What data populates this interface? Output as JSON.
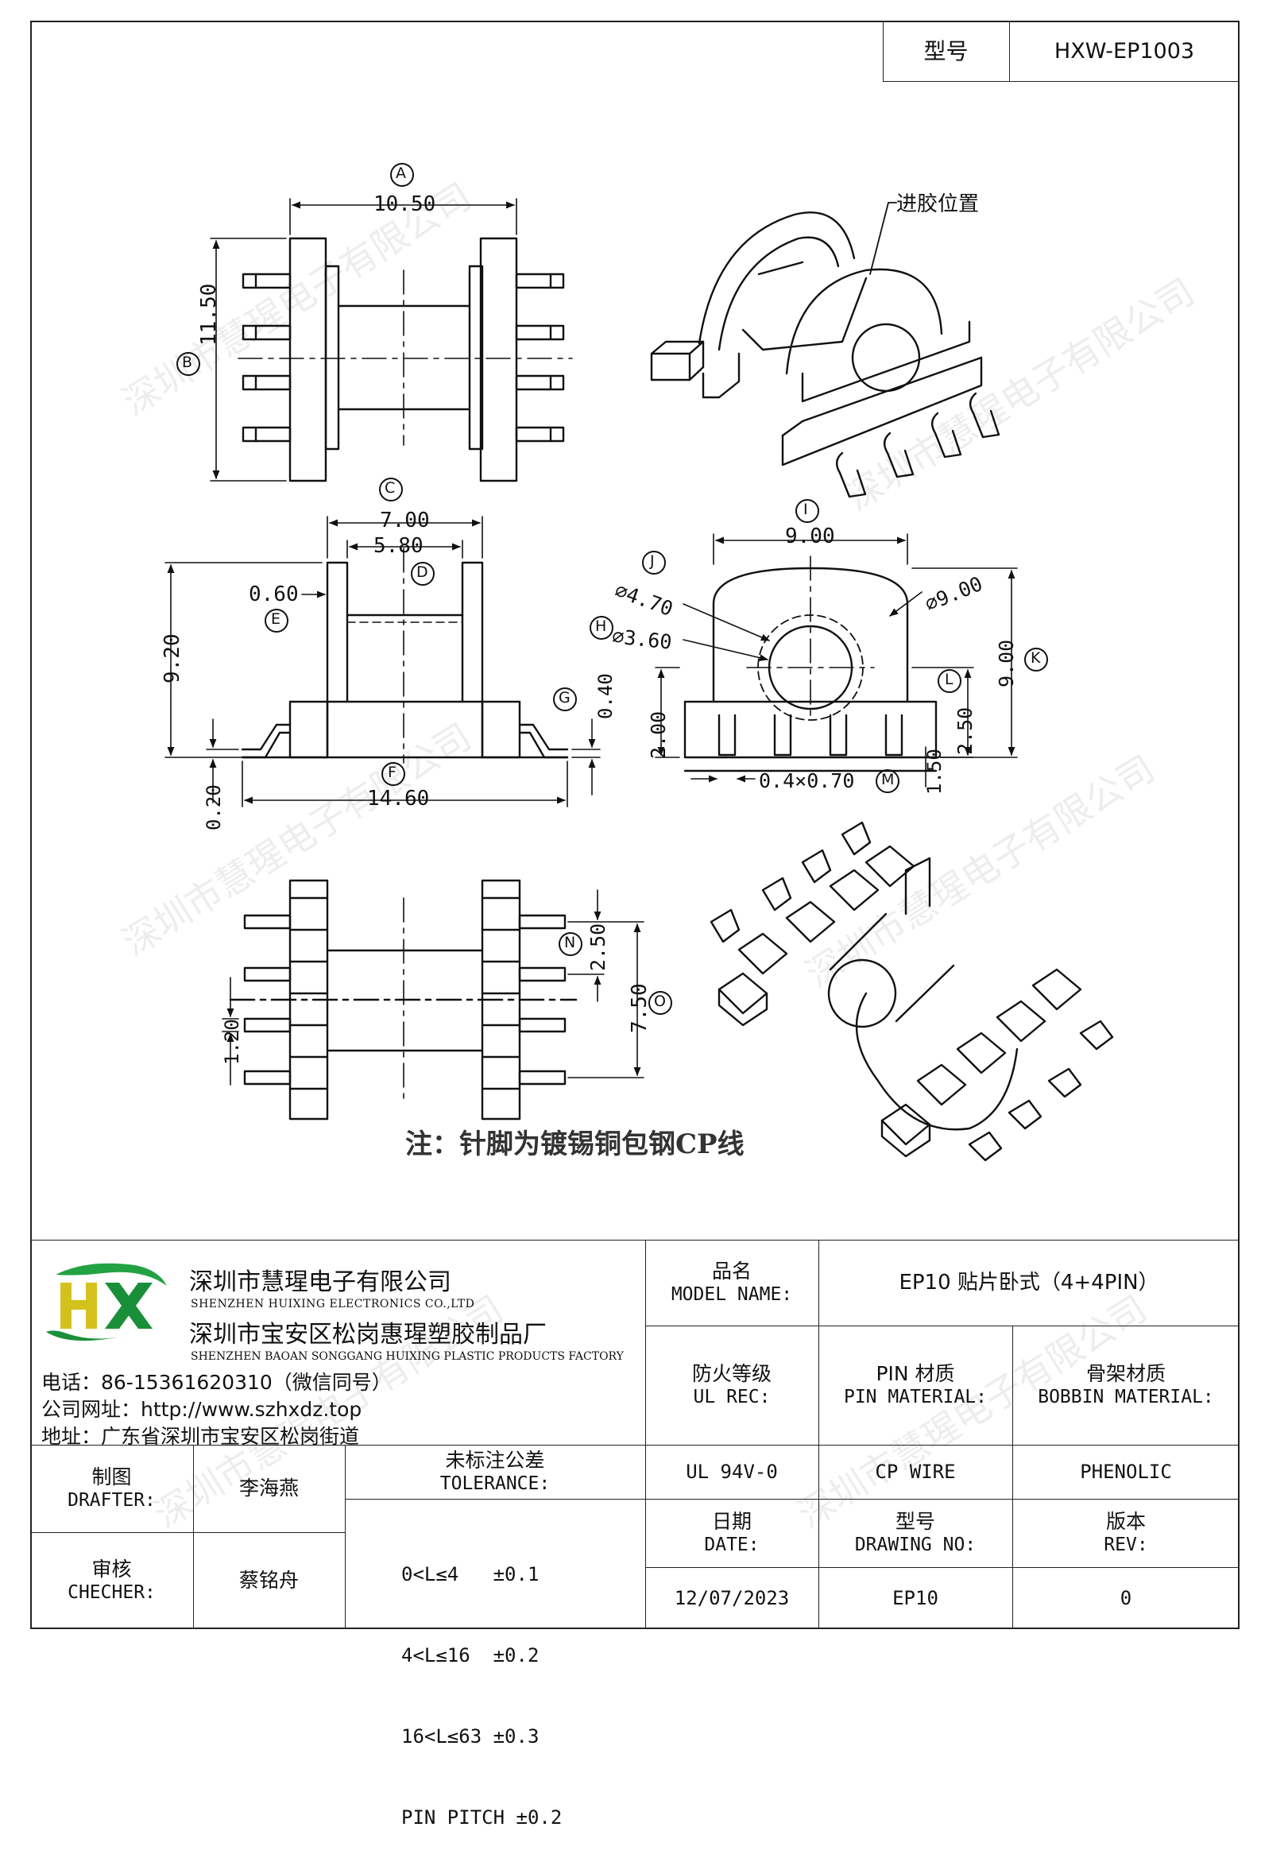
{
  "header": {
    "model_label": "型号",
    "model_value": "HXW-EP1003"
  },
  "drawing": {
    "labels": {
      "A": "A",
      "B": "B",
      "C": "C",
      "D": "D",
      "E": "E",
      "F": "F",
      "G": "G",
      "I": "I",
      "J": "J",
      "H": "H",
      "L": "L",
      "K": "K",
      "M": "M",
      "N": "N",
      "O": "O"
    },
    "dims": {
      "a": "10.50",
      "b": "11.50",
      "c": "7.00",
      "d": "5.80",
      "e": "0.60",
      "f": "14.60",
      "g": "0.40",
      "v920": "9.20",
      "v020": "0.20",
      "i": "9.00",
      "j": "⌀4.70",
      "h": "⌀3.60",
      "dia9": "⌀9.00",
      "k": "9.00",
      "l": "2.50",
      "v200": "2.00",
      "v150": "1.50",
      "m": "0.4×0.70",
      "n": "2.50",
      "o": "7.50",
      "v120": "1.20"
    },
    "gate_label": "进胶位置",
    "note": "注：针脚为镀锡铜包钢CP线"
  },
  "watermark": "深圳市慧瑆电子有限公司",
  "company": {
    "name_cn": "深圳市慧瑆电子有限公司",
    "name_en": "SHENZHEN HUIXING ELECTRONICS CO.,LTD",
    "factory_cn": "深圳市宝安区松岗惠瑆塑胶制品厂",
    "factory_en": "SHENZHEN BAOAN SONGGANG HUIXING PLASTIC PRODUCTS FACTORY",
    "phone": "电话：86-15361620310（微信同号）",
    "website": "公司网址：http://www.szhxdz.top",
    "address": "地址：广东省深圳市宝安区松岗街道",
    "logo_letters": "HX"
  },
  "title_block": {
    "model_name_label_cn": "品名",
    "model_name_label_en": "MODEL NAME:",
    "model_name_value": "EP10 贴片卧式（4+4PIN）",
    "ul_label_cn": "防火等级",
    "ul_label_en": "UL REC:",
    "pin_label_cn": "PIN 材质",
    "pin_label_en": "PIN MATERIAL:",
    "bobbin_label_cn": "骨架材质",
    "bobbin_label_en": "BOBBIN MATERIAL:",
    "ul_value": "UL 94V-0",
    "pin_value": "CP WIRE",
    "bobbin_value": "PHENOLIC",
    "drafter_label_cn": "制图",
    "drafter_label_en": "DRAFTER:",
    "drafter_value": "李海燕",
    "checker_label_cn": "审核",
    "checker_label_en": "CHECHER:",
    "checker_value": "蔡铭舟",
    "tolerance_label_cn": "未标注公差",
    "tolerance_label_en": "TOLERANCE:",
    "tolerance_lines": [
      "0<L≤4   ±0.1",
      "4<L≤16  ±0.2",
      "16<L≤63 ±0.3",
      "PIN PITCH ±0.2"
    ],
    "date_label_cn": "日期",
    "date_label_en": "DATE:",
    "date_value": "12/07/2023",
    "drawing_no_label_cn": "型号",
    "drawing_no_label_en": "DRAWING NO:",
    "drawing_no_value": "EP10",
    "rev_label_cn": "版本",
    "rev_label_en": "REV:",
    "rev_value": "0"
  }
}
